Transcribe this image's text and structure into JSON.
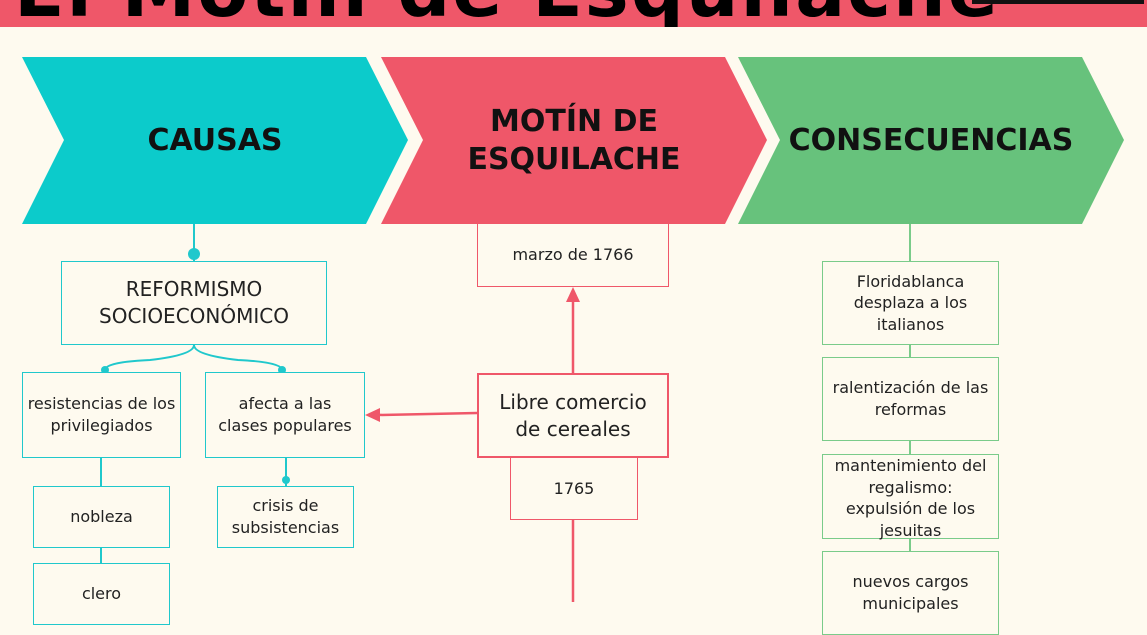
{
  "title": "El Motín de Esquilache",
  "colors": {
    "causes": "#0ccbcb",
    "center": "#ef5769",
    "consequences": "#67c27c",
    "background": "#fefaef"
  },
  "headers": {
    "causes": "CAUSAS",
    "center": "MOTÍN DE ESQUILACHE",
    "consequences": "CONSECUENCIAS"
  },
  "causes": {
    "main": "REFORMISMO SOCIOECONÓMICO",
    "left": "resistencias de los privilegiados",
    "right": "afecta a las clases populares",
    "left_children": [
      "nobleza",
      "clero"
    ],
    "right_children": [
      "crisis de subsistencias"
    ]
  },
  "center": {
    "date": "marzo de 1766",
    "event": "Libre comercio de cereales",
    "event_year": "1765"
  },
  "consequences": [
    "Floridablanca desplaza a los italianos",
    "ralentización de las reformas",
    "mantenimiento del regalismo: expulsión de los jesuitas",
    "nuevos cargos municipales"
  ]
}
